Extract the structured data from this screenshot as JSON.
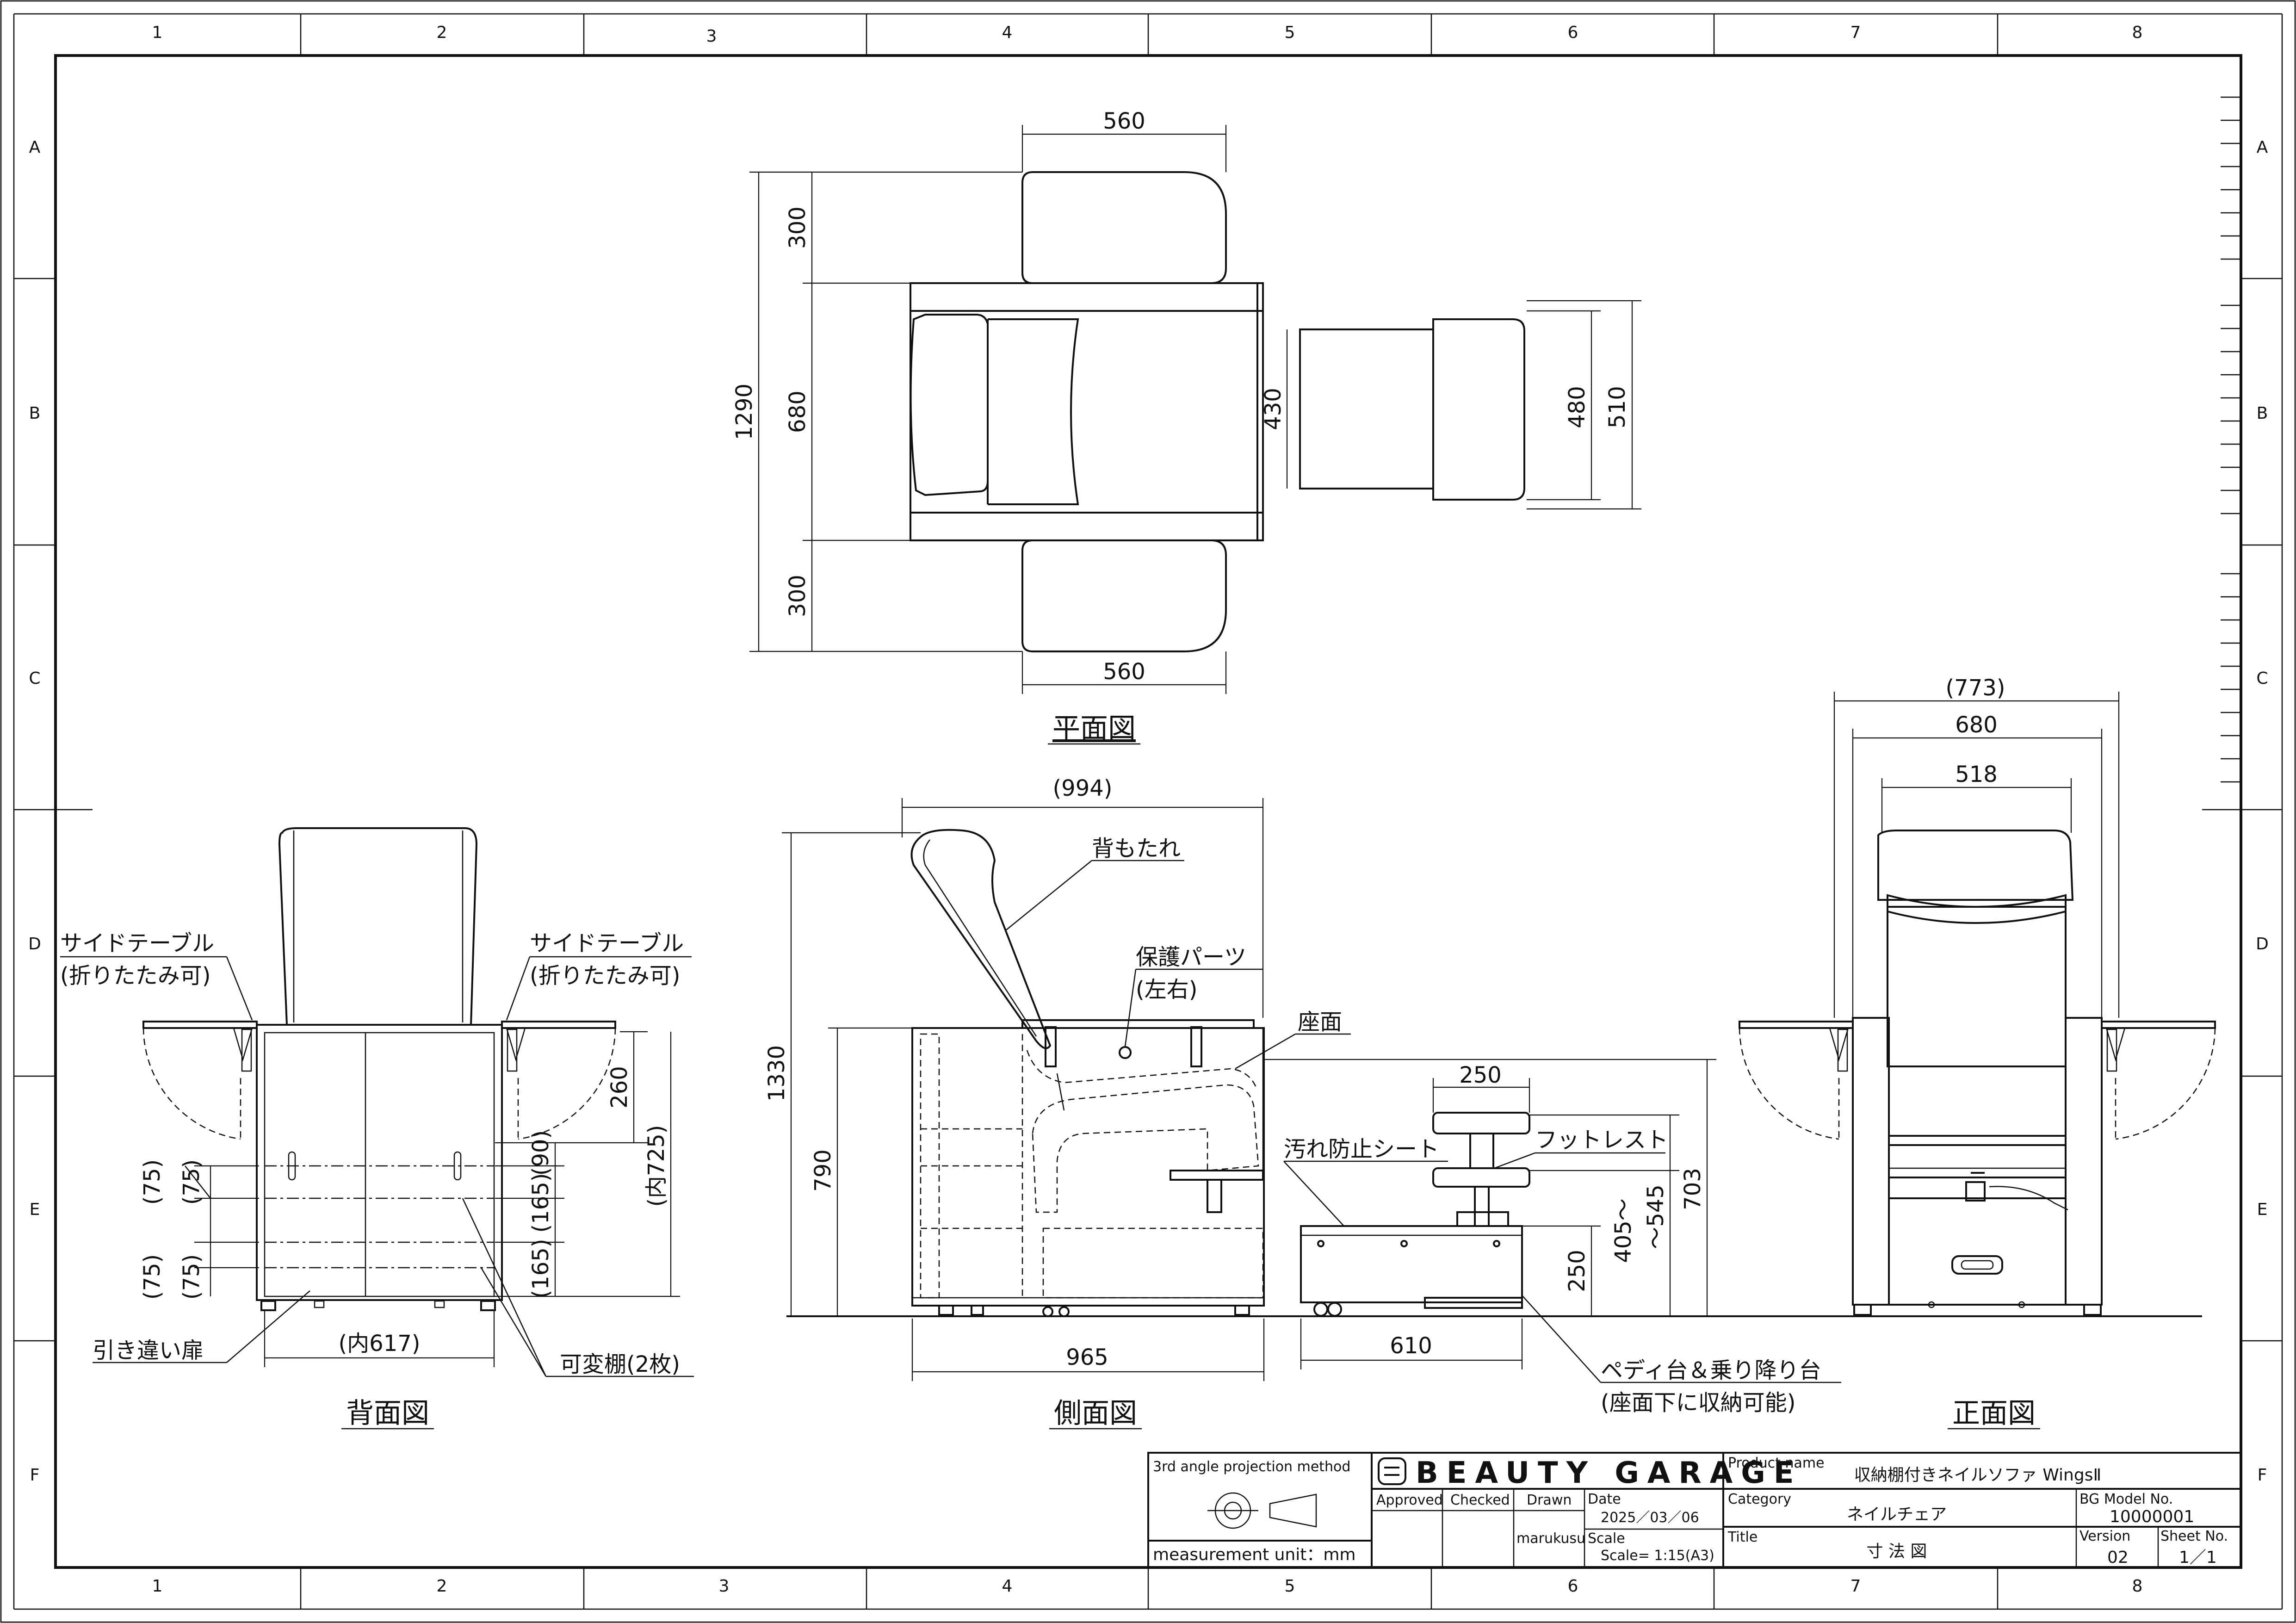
{
  "border": {
    "columns": [
      "1",
      "2",
      "3",
      "4",
      "5",
      "6",
      "7",
      "8"
    ],
    "rows": [
      "A",
      "B",
      "C",
      "D",
      "E",
      "F"
    ]
  },
  "plan_view": {
    "title": "平面図",
    "dims": {
      "top_width": "560",
      "bottom_width": "560",
      "overall": "1290",
      "arm_top": "300",
      "seat": "680",
      "arm_bottom": "300",
      "body_depth": "430",
      "footrest_inner": "480",
      "footrest_outer": "510"
    }
  },
  "back_view": {
    "title": "背面図",
    "labels": {
      "side_table_left": "サイドテーブル",
      "side_table_left_sub": "(折りたたみ可)",
      "side_table_right": "サイドテーブル",
      "side_table_right_sub": "(折りたたみ可)",
      "sliding_door": "引き違い扉",
      "shelf": "可変棚(2枚)"
    },
    "dims": {
      "d260": "260",
      "inner725": "(内725)",
      "d90": "(90)",
      "d165a": "(165)",
      "d165b": "(165)",
      "d75a": "(75)",
      "d75b": "(75)",
      "d75c": "(75)",
      "d75d": "(75)",
      "inner617": "(内617)"
    }
  },
  "side_view": {
    "title": "側面図",
    "labels": {
      "backrest": "背もたれ",
      "protect": "保護パーツ",
      "protect_sub": "(左右)",
      "seat": "座面",
      "dirt_sheet": "汚れ防止シート",
      "footrest": "フットレスト",
      "pedi": "ペディ台＆乗り降り台",
      "pedi_sub": "(座面下に収納可能)"
    },
    "dims": {
      "d994": "(994)",
      "d1330": "1330",
      "d790": "790",
      "d965": "965",
      "d250top": "250",
      "d250": "250",
      "d405": "405～",
      "d545": "～545",
      "d703": "703",
      "d610": "610"
    }
  },
  "front_view": {
    "title": "正面図",
    "dims": {
      "d773": "(773)",
      "d680": "680",
      "d518": "518"
    }
  },
  "title_block": {
    "projection": "3rd angle projection method",
    "unit": "measurement unit：mm",
    "brand": "BEAUTY GARAGE",
    "product_name_label": "Product name",
    "product_name": "収納棚付きネイルソファ  WingsⅡ",
    "approved": "Approved",
    "checked": "Checked",
    "drawn": "Drawn",
    "drawn_by": "marukusu",
    "date_label": "Date",
    "date": "2025／03／06",
    "scale_label": "Scale",
    "scale": "Scale= 1:15(A3)",
    "category_label": "Category",
    "category": "ネイルチェア",
    "title_label": "Title",
    "title": "寸  法  図",
    "model_label": "BG Model No.",
    "model": "10000001",
    "version_label": "Version",
    "version": "02",
    "sheet_label": "Sheet No.",
    "sheet": "1／1"
  }
}
